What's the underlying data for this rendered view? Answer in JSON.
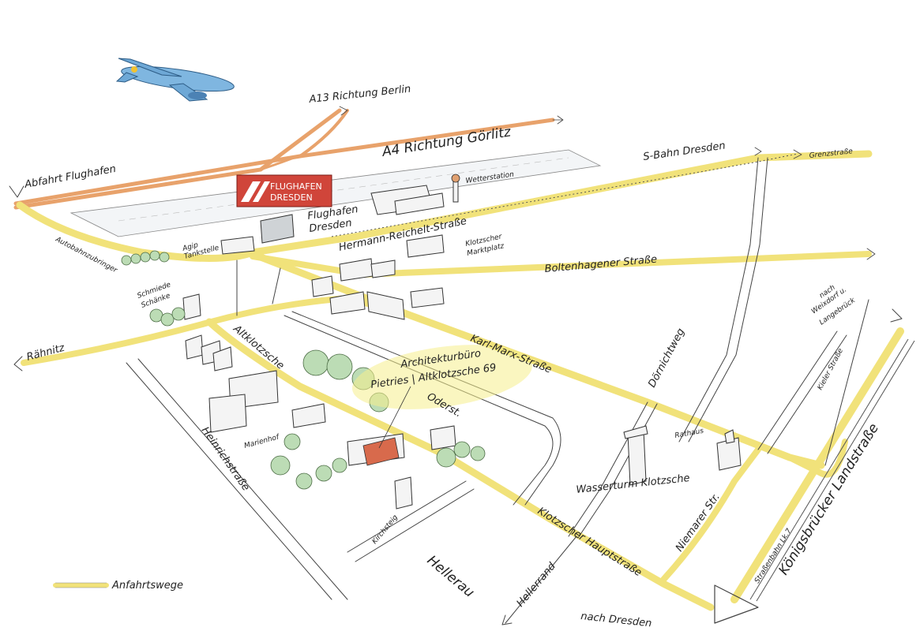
{
  "labels": {
    "a13": "A13 Richtung Berlin",
    "a4": "A4 Richtung Görlitz",
    "abfahrt": "Abfahrt Flughafen",
    "airport_logo_line1": "FLUGHAFEN",
    "airport_logo_line2": "DRESDEN",
    "wetterstation": "Wetterstation",
    "flughafen_dresden_1": "Flughafen",
    "flughafen_dresden_2": "Dresden",
    "sbahn": "S-Bahn Dresden",
    "grenzstrasse": "Grenzstraße",
    "hermann_reichelt": "Hermann-Reichelt-Straße",
    "agip_1": "Agip",
    "agip_2": "Tankstelle",
    "autobahnzubringer": "Autobahnzubringer",
    "klotzscher_markt_1": "Klotzscher",
    "klotzscher_markt_2": "Marktplatz",
    "boltenhagener": "Boltenhagener Straße",
    "schmiedeschanke_1": "Schmiede",
    "schmiedeschanke_2": "Schänke",
    "raehnitz": "Rähnitz",
    "altklotzsche": "Altklotzsche",
    "karl_marx": "Karl-Marx-Straße",
    "doernichtweg": "Dörnichtweg",
    "nach_weixdorf_1": "nach",
    "nach_weixdorf_2": "Weixdorf u.",
    "nach_weixdorf_3": "Langebrück",
    "kieler": "Kieler Straße",
    "architekt_1": "Architekturbüro",
    "architekt_2": "Pietries | Altklotzsche 69",
    "oderstr": "Oderst.",
    "marienhof": "Marienhof",
    "heinrichstrasse": "Heinrichstraße",
    "rathaus": "Rathaus",
    "wasserturm": "Wasserturm Klotzsche",
    "niemarer": "Niemarer Str.",
    "koenigsbruecker": "Königsbrücker Landstraße",
    "strassenbahn": "Straßenbahn Lk.7",
    "kirchsteig": "Kirchsteig",
    "klotzscher_haupt": "Klotzscher Hauptstraße",
    "hellerau": "Hellerau",
    "hellerrand": "Hellerrand",
    "nach_dresden": "nach Dresden",
    "legend": "Anfahrtswege"
  },
  "colors": {
    "access_route": "#f1e27a",
    "motorway": "#e8a26b",
    "airport_logo": "#d0453a",
    "highlight": "#f6ee8c"
  }
}
